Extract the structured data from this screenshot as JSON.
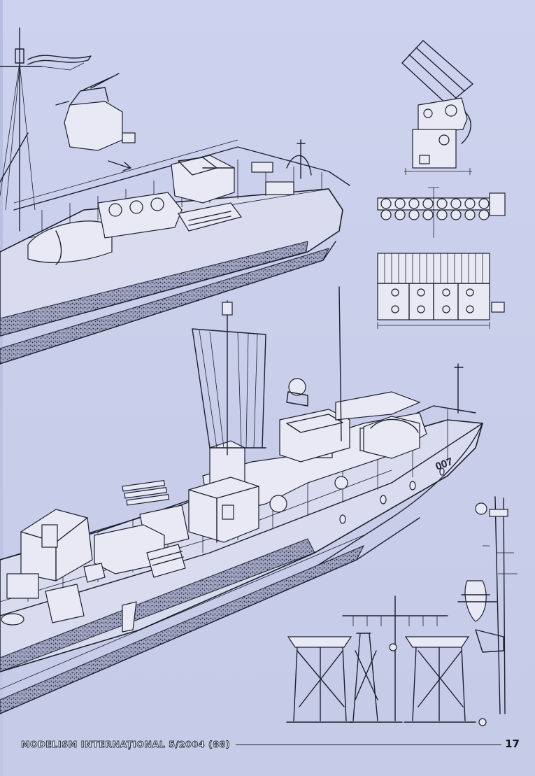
{
  "footer": {
    "publication": "MODELISM INTERNAȚIONAL 5/2004 (88)",
    "page_number": "17"
  },
  "hull_markings": {
    "pennant_number": "007"
  },
  "colors": {
    "paper": "#c9cfea",
    "ink": "#1c1f2e"
  }
}
